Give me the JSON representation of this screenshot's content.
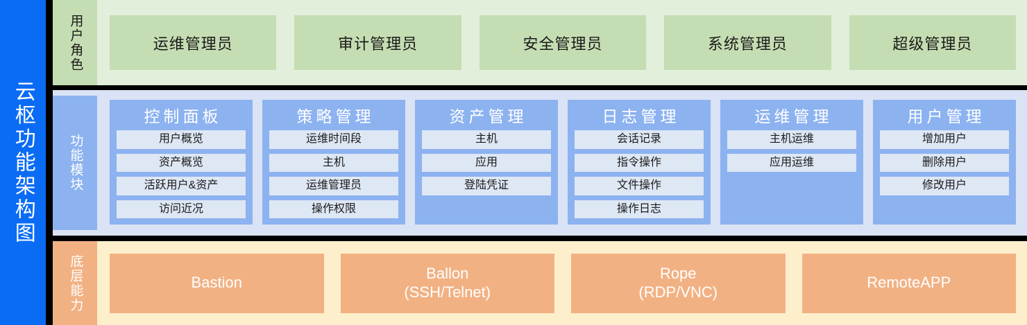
{
  "diagram": {
    "title": "云枢功能架构图",
    "accent_color": "#0A6CF5"
  },
  "bands": {
    "roles": {
      "label": "用户角色",
      "band_bg": "#E2EFDB",
      "box_bg": "#C5DDB2",
      "items": [
        {
          "label": "运维管理员"
        },
        {
          "label": "审计管理员"
        },
        {
          "label": "安全管理员"
        },
        {
          "label": "系统管理员"
        },
        {
          "label": "超级管理员"
        }
      ]
    },
    "modules": {
      "label": "功能模块",
      "band_bg": "#DAE3F5",
      "card_bg": "#8CB2F0",
      "item_bg": "#DEE7F4",
      "cards": [
        {
          "title": "控制面板",
          "items": [
            "用户概览",
            "资产概览",
            "活跃用户&资产",
            "访问近况"
          ]
        },
        {
          "title": "策略管理",
          "items": [
            "运维时间段",
            "主机",
            "运维管理员",
            "操作权限"
          ]
        },
        {
          "title": "资产管理",
          "items": [
            "主机",
            "应用",
            "登陆凭证"
          ]
        },
        {
          "title": "日志管理",
          "items": [
            "会话记录",
            "指令操作",
            "文件操作",
            "操作日志"
          ]
        },
        {
          "title": "运维管理",
          "items": [
            "主机运维",
            "应用运维"
          ]
        },
        {
          "title": "用户管理",
          "items": [
            "增加用户",
            "删除用户",
            "修改用户"
          ]
        }
      ]
    },
    "base": {
      "label": "底层能力",
      "band_bg": "#FDEFCC",
      "box_bg": "#F2B183",
      "items": [
        {
          "label": "Bastion"
        },
        {
          "label": "Ballon\n(SSH/Telnet)"
        },
        {
          "label": "Rope\n(RDP/VNC)"
        },
        {
          "label": "RemoteAPP"
        }
      ]
    }
  }
}
